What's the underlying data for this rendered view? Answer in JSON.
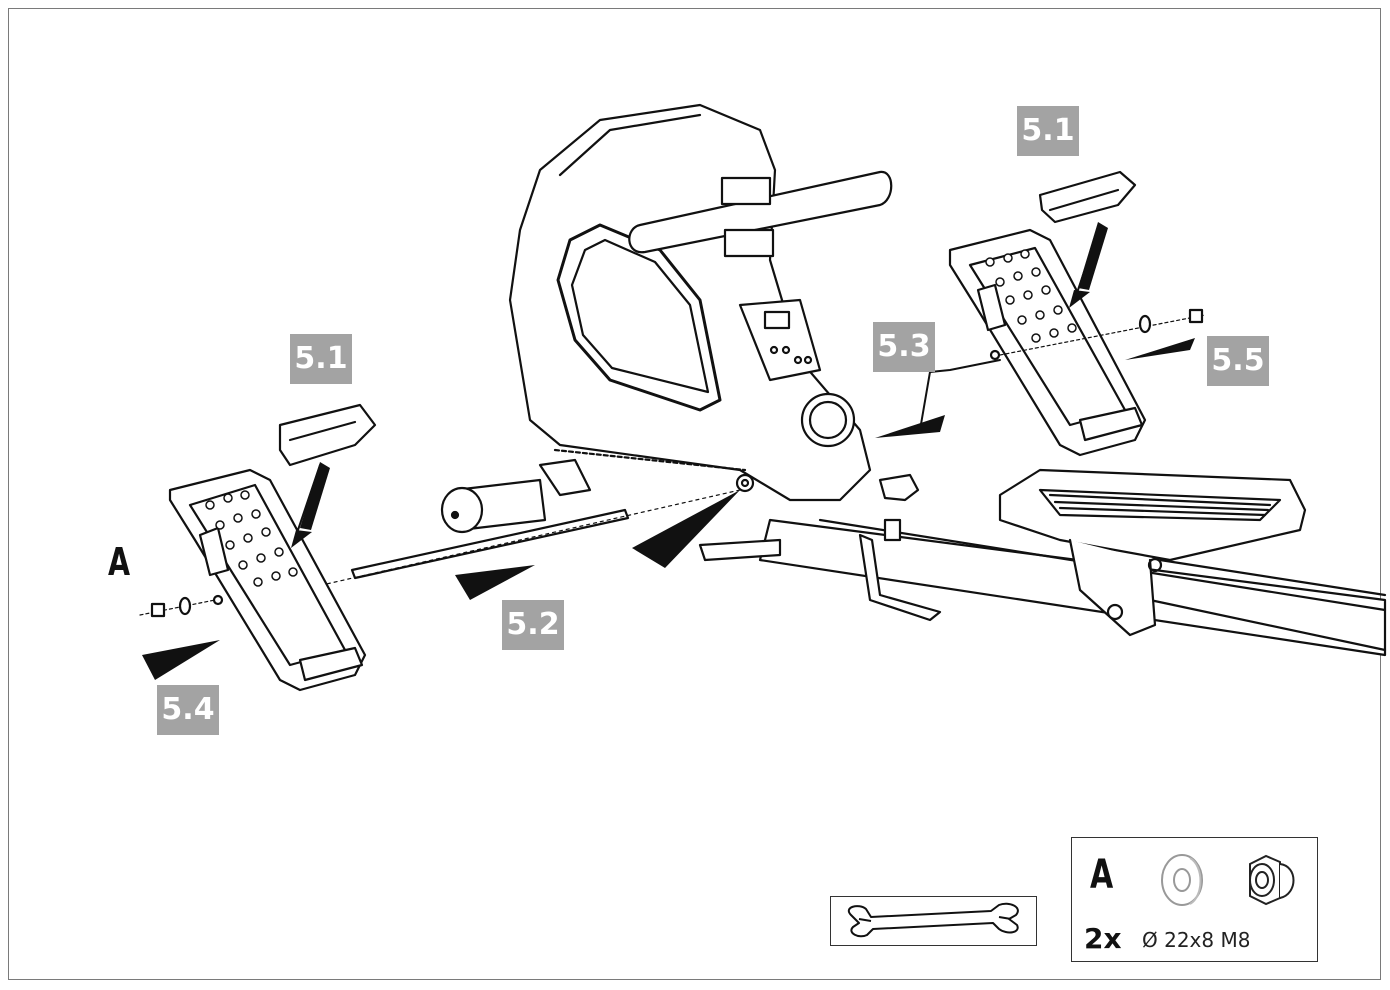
{
  "callouts": {
    "c51_left": "5.1",
    "c51_right": "5.1",
    "c52": "5.2",
    "c53": "5.3",
    "c54": "5.4",
    "c55": "5.5"
  },
  "hardware_label": "A",
  "parts_legend": {
    "letter": "A",
    "quantity": "2x",
    "spec": "Ø 22x8 M8",
    "items": [
      "washer-icon",
      "cap-nut-icon"
    ]
  },
  "tool": "open-end-wrench-icon",
  "colors": {
    "callout_bg": "#a3a3a3",
    "line": "#111111"
  }
}
